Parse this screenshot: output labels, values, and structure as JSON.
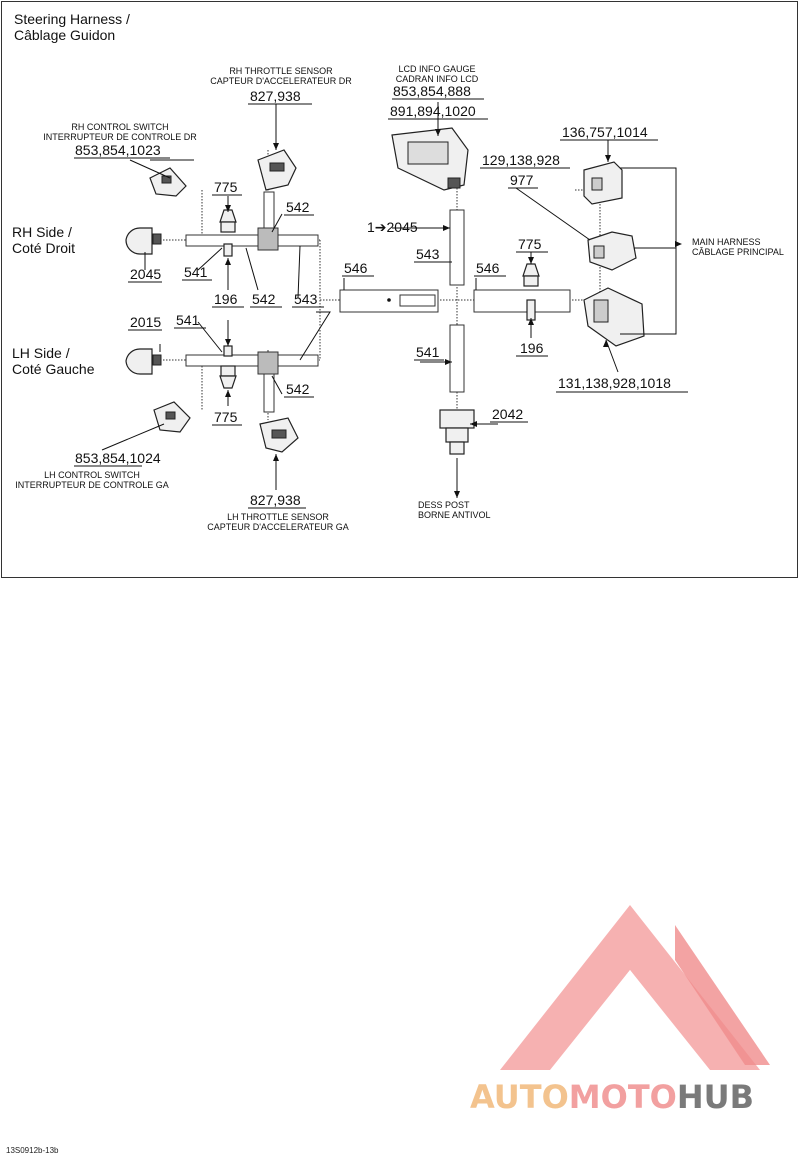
{
  "title": {
    "line1": "Steering Harness /",
    "line2": "Câblage Guidon"
  },
  "sides": {
    "rh": {
      "line1": "RH Side /",
      "line2": "Coté Droit"
    },
    "lh": {
      "line1": "LH Side /",
      "line2": "Coté Gauche"
    }
  },
  "components": {
    "rh_throttle": {
      "en": "RH THROTTLE SENSOR",
      "fr": "CAPTEUR D'ACCELERATEUR DR",
      "parts": "827,938"
    },
    "lh_throttle": {
      "en": "LH THROTTLE SENSOR",
      "fr": "CAPTEUR D'ACCELERATEUR GA",
      "parts": "827,938"
    },
    "rh_switch": {
      "en": "RH CONTROL SWITCH",
      "fr": "INTERRUPTEUR DE CONTROLE DR",
      "parts": "853,854,1023"
    },
    "lh_switch": {
      "en": "LH CONTROL SWITCH",
      "fr": "INTERRUPTEUR DE CONTROLE GA",
      "parts": "853,854,1024"
    },
    "lcd": {
      "en": "LCD INFO GAUGE",
      "fr": "CADRAN INFO LCD",
      "parts1": "853,854,888",
      "parts2": "891,894,1020"
    },
    "main": {
      "en": "MAIN HARNESS",
      "fr": "CÂBLAGE PRINCIPAL"
    },
    "dess": {
      "en": "DESS POST",
      "fr": "BORNE ANTIVOL"
    }
  },
  "refs": {
    "r775a": "775",
    "r775b": "775",
    "r775c": "775",
    "r542a": "542",
    "r542b": "542",
    "r542c": "542",
    "r541a": "541",
    "r541b": "541",
    "r541c": "541",
    "r196a": "196",
    "r196b": "196",
    "r543a": "543",
    "r543b": "543",
    "r546a": "546",
    "r546b": "546",
    "r2045": "2045",
    "r2015": "2015",
    "r2042": "2042",
    "r1to2045": "1➔2045",
    "r136": "136,757,1014",
    "r129": "129,138,928",
    "r977": "977",
    "r131": "131,138,928,1018"
  },
  "brand": {
    "p1": "AUTO",
    "p2": "MOTO",
    "p3": "HUB"
  },
  "footer": "13S0912b-13b"
}
